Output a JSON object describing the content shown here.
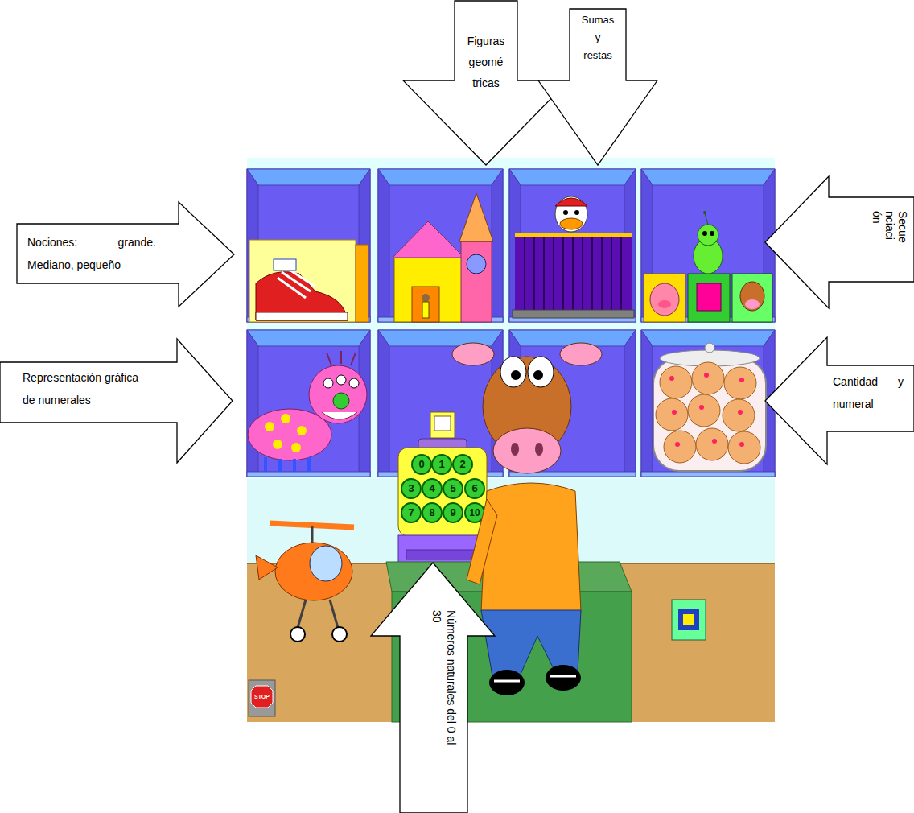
{
  "diagram": {
    "nodes": [
      {
        "text": [
          "Figuras geomé tricas"
        ]
      },
      {
        "text": [
          "Sumas y restas"
        ]
      },
      {
        "text": [
          "Nociones: grande. Mediano, pequeño"
        ]
      },
      {
        "text": [
          "Secue nciaci ón"
        ]
      },
      {
        "text": [
          "Representación gráfica de numerales"
        ]
      },
      {
        "text": [
          "Cantidad y numeral"
        ]
      },
      {
        "text": [
          "Números naturales del 0 al 30"
        ]
      }
    ],
    "labels": [
      "0",
      "1",
      "2",
      "3",
      "4",
      "5",
      "6",
      "7",
      "8",
      "9",
      "10",
      "STOP"
    ]
  }
}
